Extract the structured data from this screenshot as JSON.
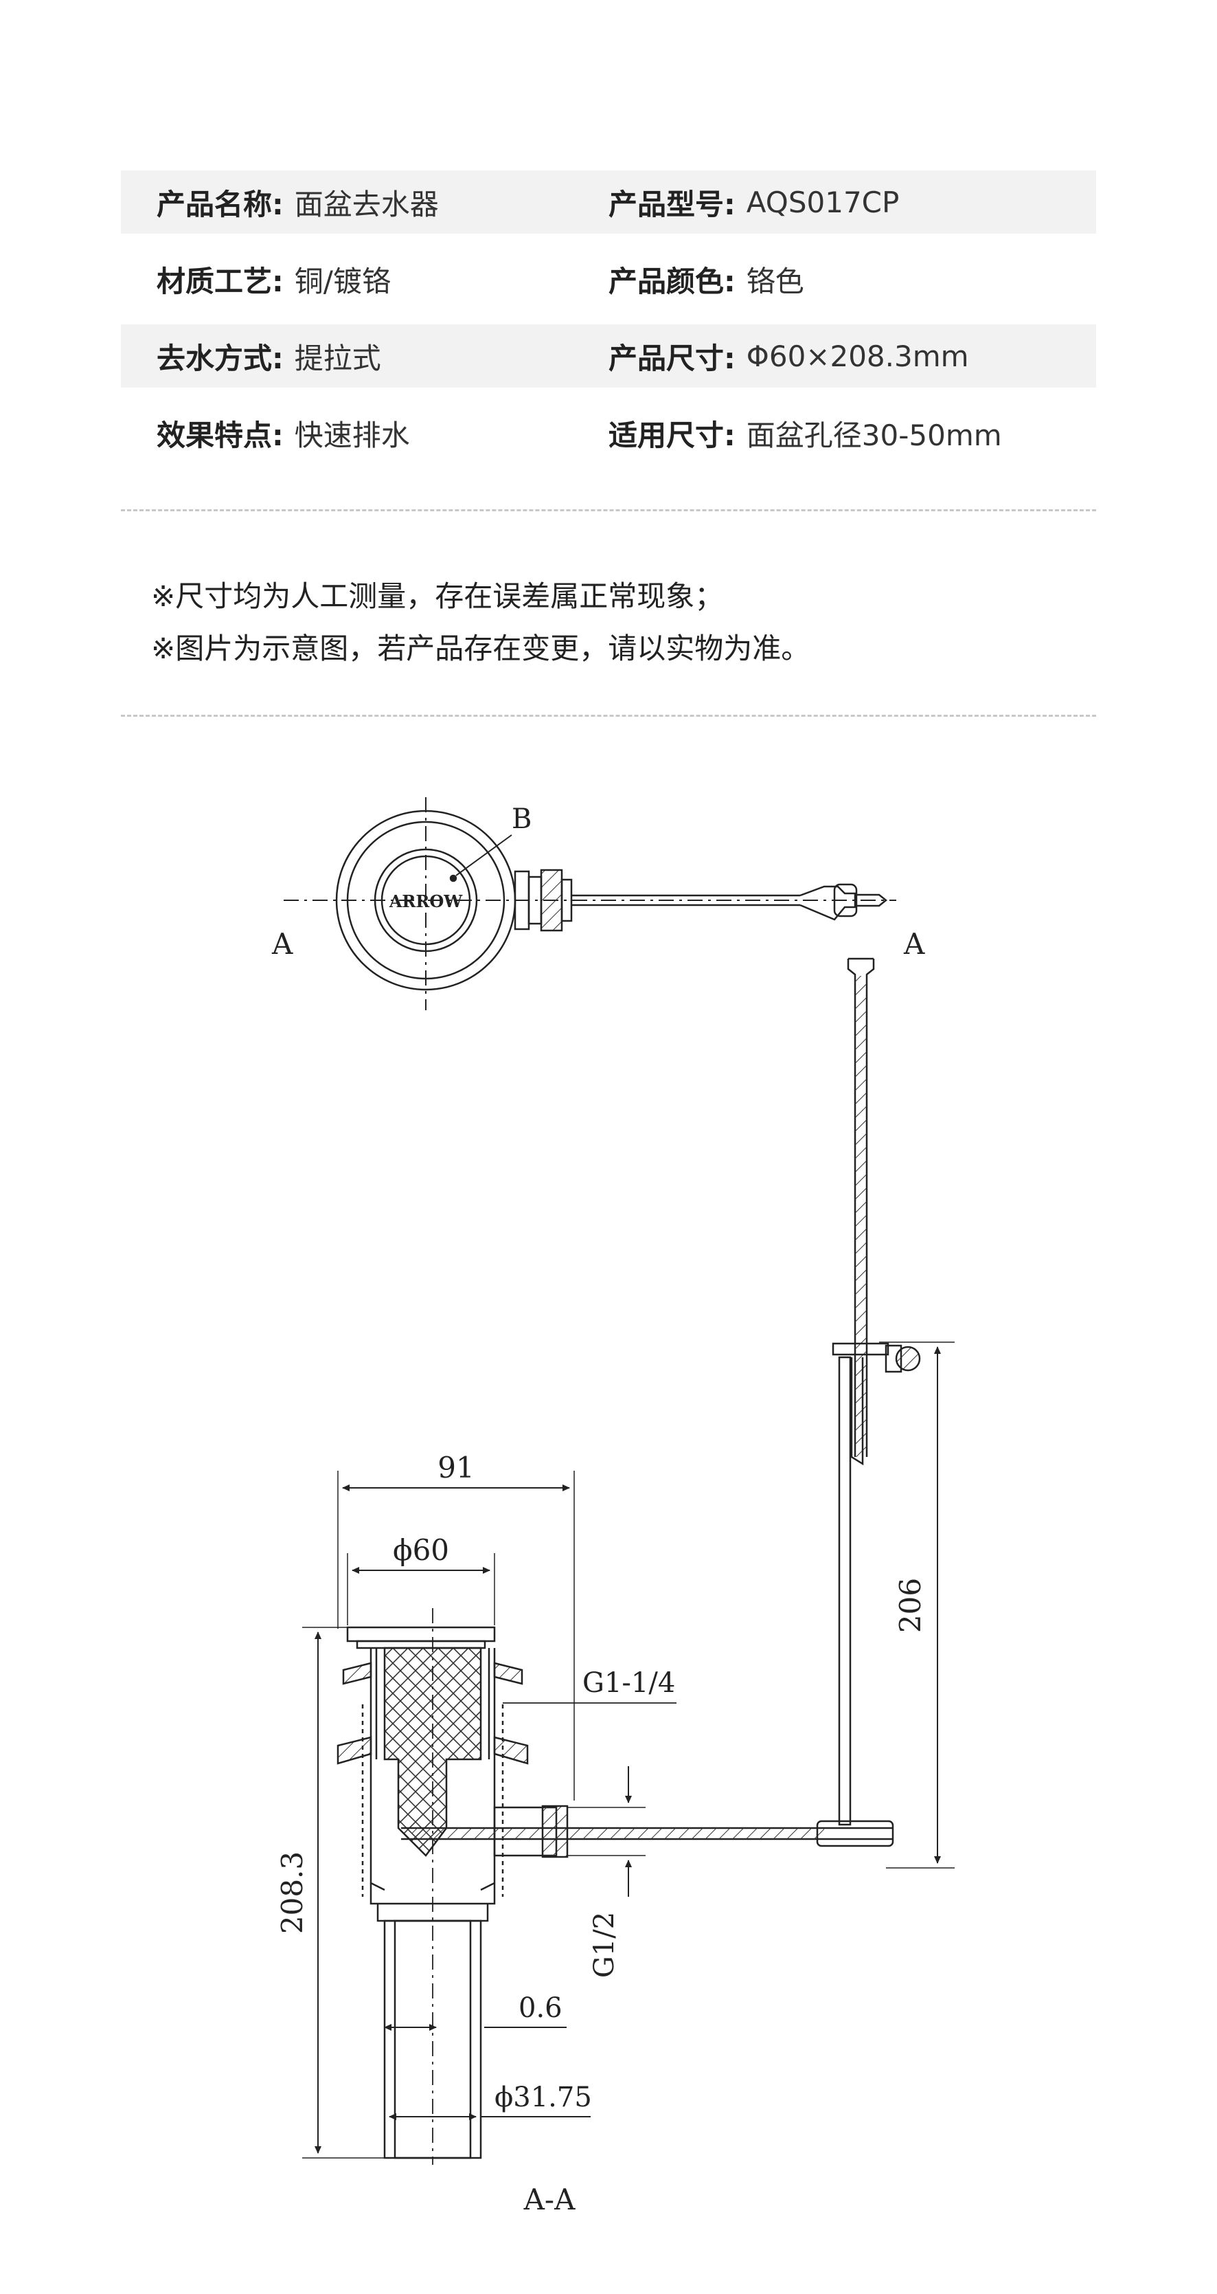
{
  "specs": {
    "rows": [
      [
        {
          "label": "产品名称:",
          "value": "面盆去水器"
        },
        {
          "label": "产品型号:",
          "value": "AQS017CP"
        }
      ],
      [
        {
          "label": "材质工艺:",
          "value": "铜/镀铬"
        },
        {
          "label": "产品颜色:",
          "value": "铬色"
        }
      ],
      [
        {
          "label": "去水方式:",
          "value": "提拉式"
        },
        {
          "label": "产品尺寸:",
          "value": "Φ60×208.3mm"
        }
      ],
      [
        {
          "label": "效果特点:",
          "value": "快速排水"
        },
        {
          "label": "适用尺寸:",
          "value": "面盆孔径30-50mm"
        }
      ]
    ]
  },
  "notes": [
    "※尺寸均为人工测量，存在误差属正常现象；",
    "※图片为示意图，若产品存在变更，请以实物为准。"
  ],
  "drawing": {
    "top_view": {
      "brand": "ARROW",
      "point_label": "B",
      "section_left": "A",
      "section_right": "A"
    },
    "dimensions": {
      "width": "91",
      "diameter": "ϕ60",
      "thread_top": "G1-1/4",
      "height": "208.3",
      "thread_side": "G1/2",
      "wall": "0.6",
      "tail_diameter": "ϕ31.75",
      "rod_height": "206"
    },
    "section_label": "A-A"
  },
  "colors": {
    "line": "#222222",
    "table_shade": "#f2f2f2",
    "divider": "#c8c8c8"
  }
}
